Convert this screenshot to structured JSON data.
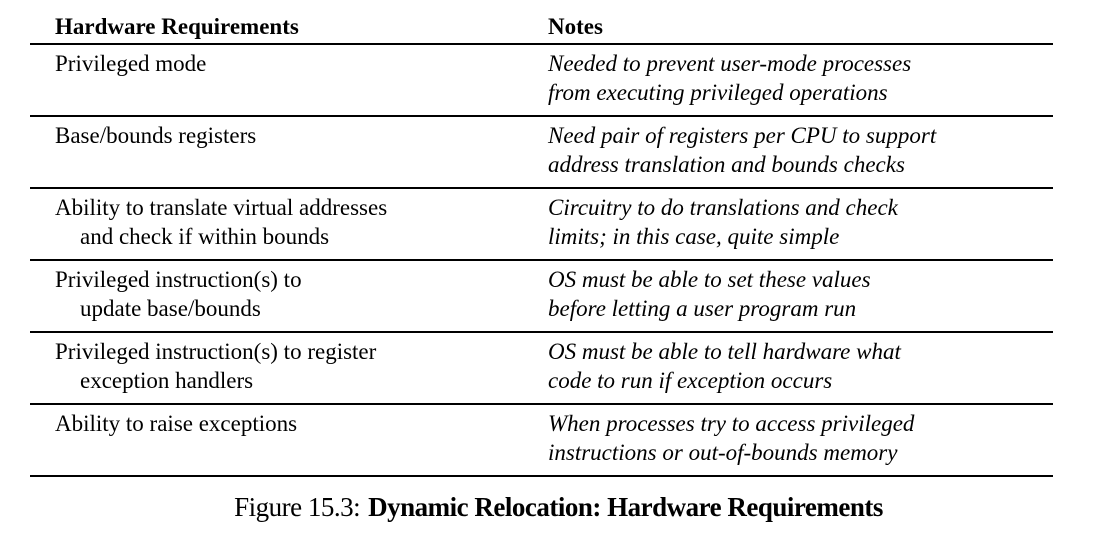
{
  "table": {
    "headers": [
      "Hardware Requirements",
      "Notes"
    ],
    "rows": [
      {
        "requirement": [
          "Privileged mode"
        ],
        "notes": [
          "Needed to prevent user-mode processes",
          "from executing privileged operations"
        ]
      },
      {
        "requirement": [
          "Base/bounds registers"
        ],
        "notes": [
          "Need pair of registers per CPU to support",
          "address translation and bounds checks"
        ]
      },
      {
        "requirement": [
          "Ability to translate virtual addresses",
          "and check if within bounds"
        ],
        "notes": [
          "Circuitry to do translations and check",
          "limits; in this case, quite simple"
        ]
      },
      {
        "requirement": [
          "Privileged instruction(s) to",
          "update base/bounds"
        ],
        "notes": [
          "OS must be able to set these values",
          "before letting a user program run"
        ]
      },
      {
        "requirement": [
          "Privileged instruction(s) to register",
          "exception handlers"
        ],
        "notes": [
          "OS must be able to tell hardware what",
          "code to run if exception occurs"
        ]
      },
      {
        "requirement": [
          "Ability to raise exceptions"
        ],
        "notes": [
          "When processes try to access privileged",
          "instructions or out-of-bounds memory"
        ]
      }
    ]
  },
  "caption": {
    "label": "Figure 15.3:",
    "title": "Dynamic Relocation: Hardware Requirements"
  },
  "colors": {
    "text": "#000000",
    "background": "#ffffff",
    "rule": "#000000"
  }
}
